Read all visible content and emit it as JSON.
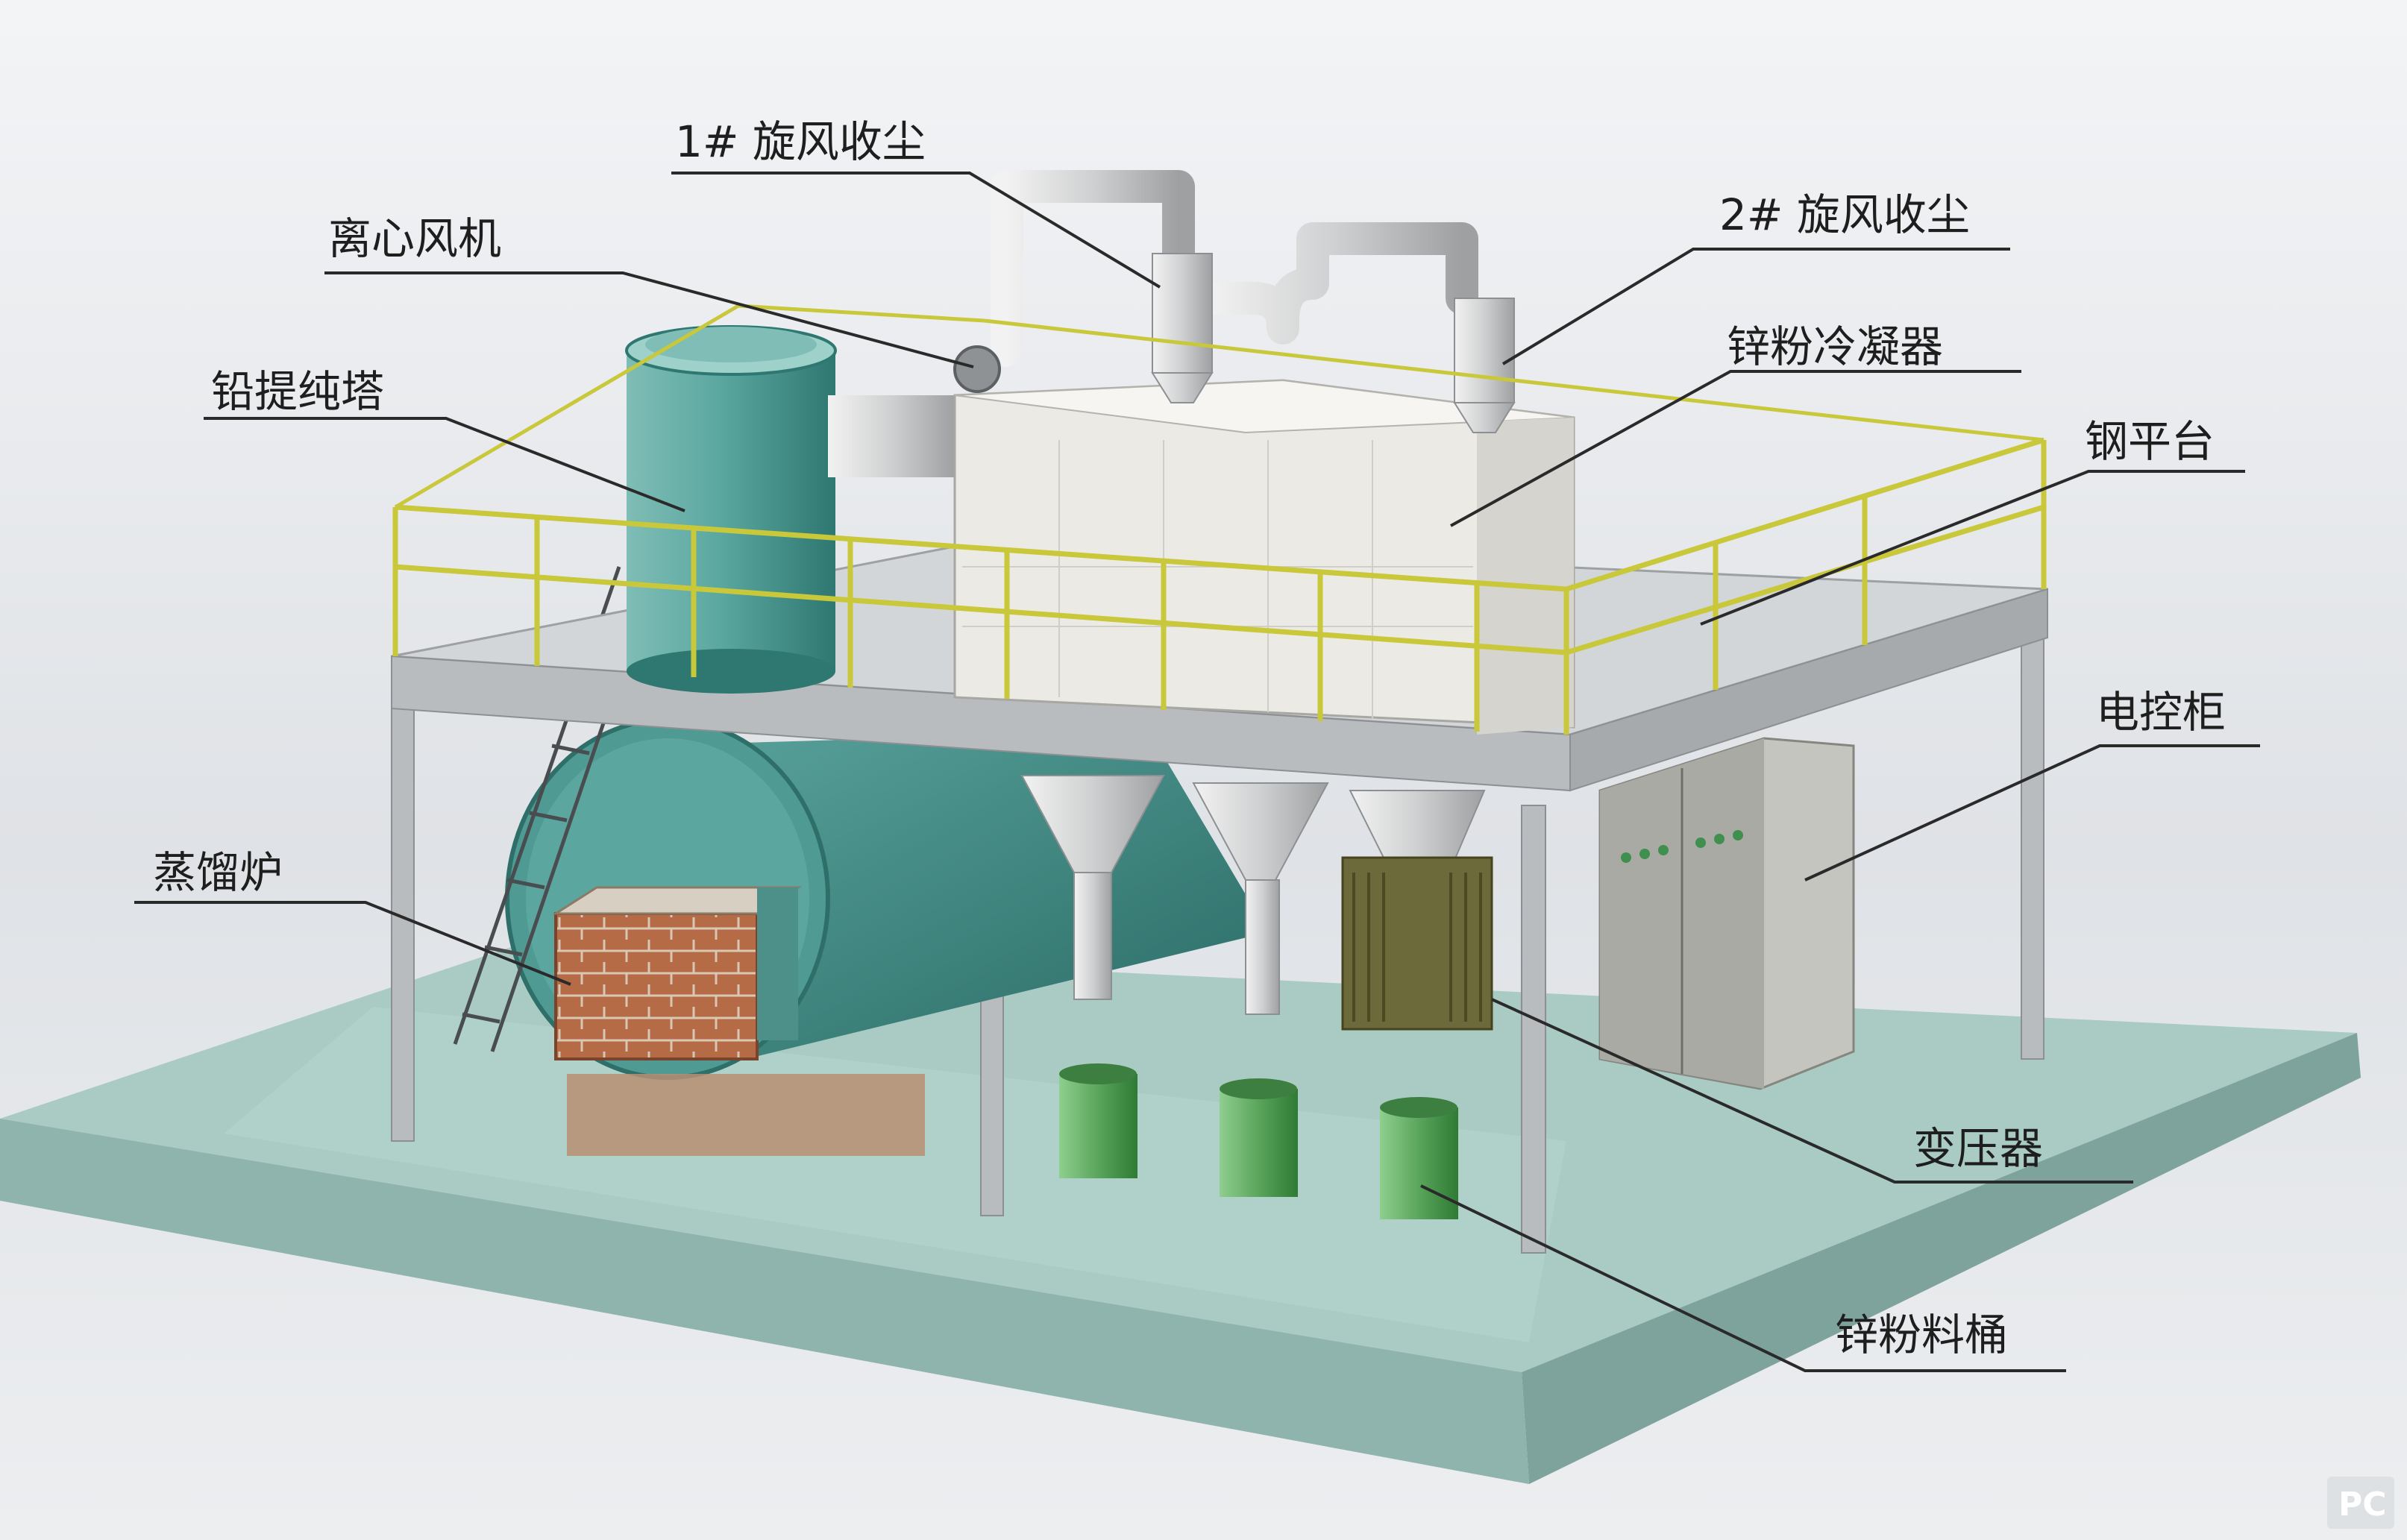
{
  "labels": {
    "cyclone_1": "1# 旋风收尘",
    "cyclone_2": "2# 旋风收尘",
    "centrifugal_fan": "离心风机",
    "zinc_condenser": "锌粉冷凝器",
    "lead_tower": "铅提纯塔",
    "steel_platform": "钢平台",
    "control_cabinet": "电控柜",
    "distillation_furnace": "蒸馏炉",
    "transformer": "变压器",
    "zinc_bucket": "锌粉料桶"
  },
  "watermark": "PC",
  "colors": {
    "floor_top": "#a9cbc4",
    "floor_side": "#8fb3ad",
    "platform_deck": "#c9ccce",
    "steel": "#b9bcbf",
    "railing_yellow": "#c9c83a",
    "tower_teal": "#4f9d96",
    "furnace_teal": "#3e8a84",
    "condenser": "#e7e6e1",
    "brick": "#b56b45",
    "bucket_green": "#5aa55c",
    "transformer": "#6c6a3a",
    "cabinet": "#b7b8b2",
    "leader_line": "#2a2a2a"
  }
}
